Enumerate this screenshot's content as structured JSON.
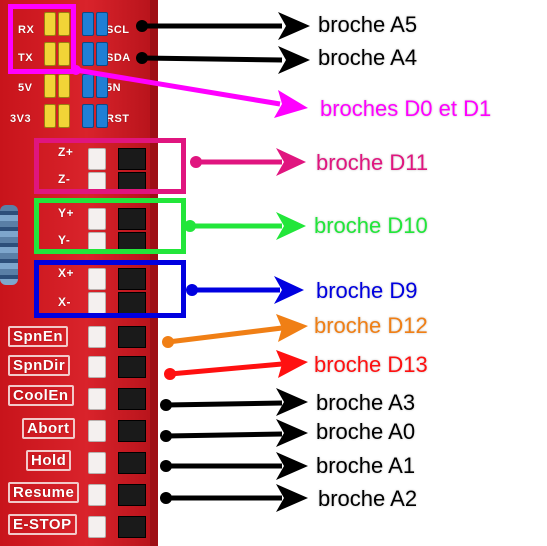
{
  "board": {
    "silk_top": [
      "RX",
      "TX",
      "5V",
      "3V3"
    ],
    "silk_top_right": [
      "SCL",
      "SDA",
      "5N",
      "RST"
    ],
    "axis_labels": [
      "Z+",
      "Z-",
      "Y+",
      "Y-",
      "X+",
      "X-"
    ],
    "control_labels": [
      "SpnEn",
      "SpnDir",
      "CoolEn",
      "Abort",
      "Hold",
      "Resume",
      "E-STOP"
    ]
  },
  "annotations": [
    {
      "text": "broche A5",
      "color": "#000000"
    },
    {
      "text": "broche A4",
      "color": "#000000"
    },
    {
      "text": "broches D0 et D1",
      "color": "#ff00ff"
    },
    {
      "text": "broche D11",
      "color": "#e0157f"
    },
    {
      "text": "broche D10",
      "color": "#22e63a"
    },
    {
      "text": "broche D9",
      "color": "#0000e0"
    },
    {
      "text": "broche D12",
      "color": "#f07f15"
    },
    {
      "text": "broche D13",
      "color": "#ff1010"
    },
    {
      "text": "broche A3",
      "color": "#000000"
    },
    {
      "text": "broche A0",
      "color": "#000000"
    },
    {
      "text": "broche A1",
      "color": "#000000"
    },
    {
      "text": "broche A2",
      "color": "#000000"
    }
  ],
  "highlight_colors": {
    "rx_tx": "#ff00ff",
    "z_axis": "#e0157f",
    "y_axis": "#22e63a",
    "x_axis": "#0000e0"
  }
}
